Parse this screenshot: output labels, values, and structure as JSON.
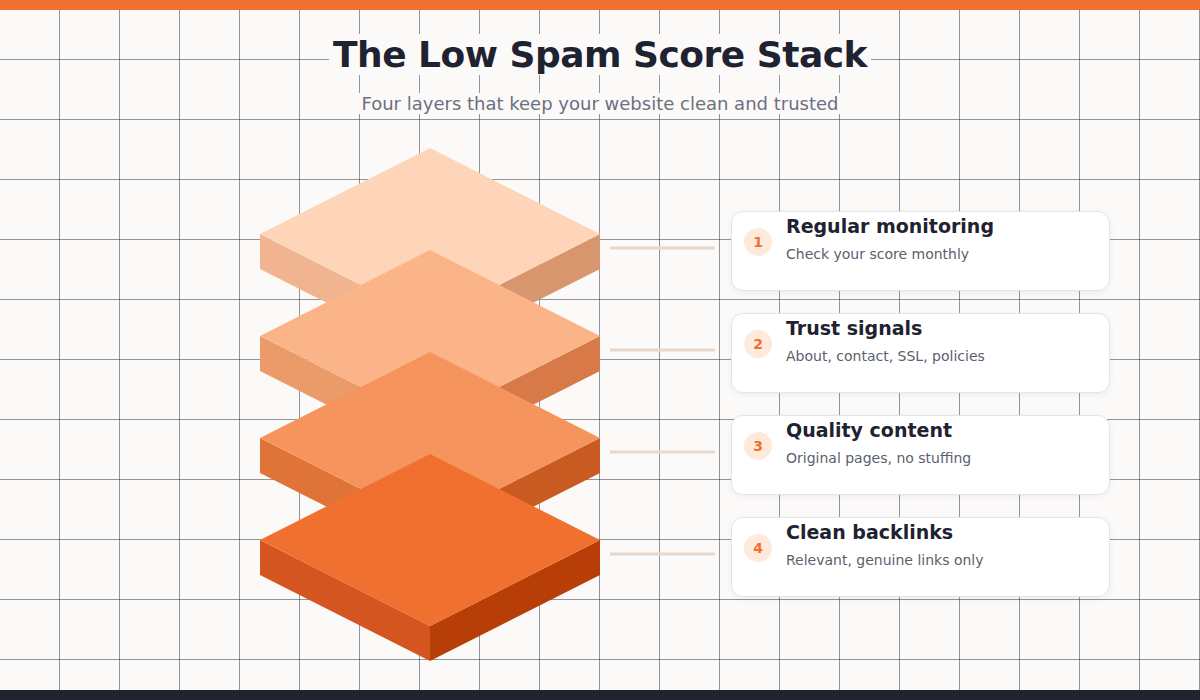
{
  "diagram": {
    "title": "The Low Spam Score Stack",
    "nodes": [
      {
        "text": [
          "1",
          "Regular monitoring",
          "Check your score monthly"
        ]
      },
      {
        "text": [
          "2",
          "Trust signals",
          "About, contact, SSL, policies"
        ]
      },
      {
        "text": [
          "3",
          "Quality content",
          "Original pages, no stuffing"
        ]
      },
      {
        "text": [
          "4",
          "Clean backlinks",
          "Relevant, genuine links only"
        ]
      }
    ],
    "labels": [
      "Four layers that keep your website clean and trusted"
    ]
  }
}
